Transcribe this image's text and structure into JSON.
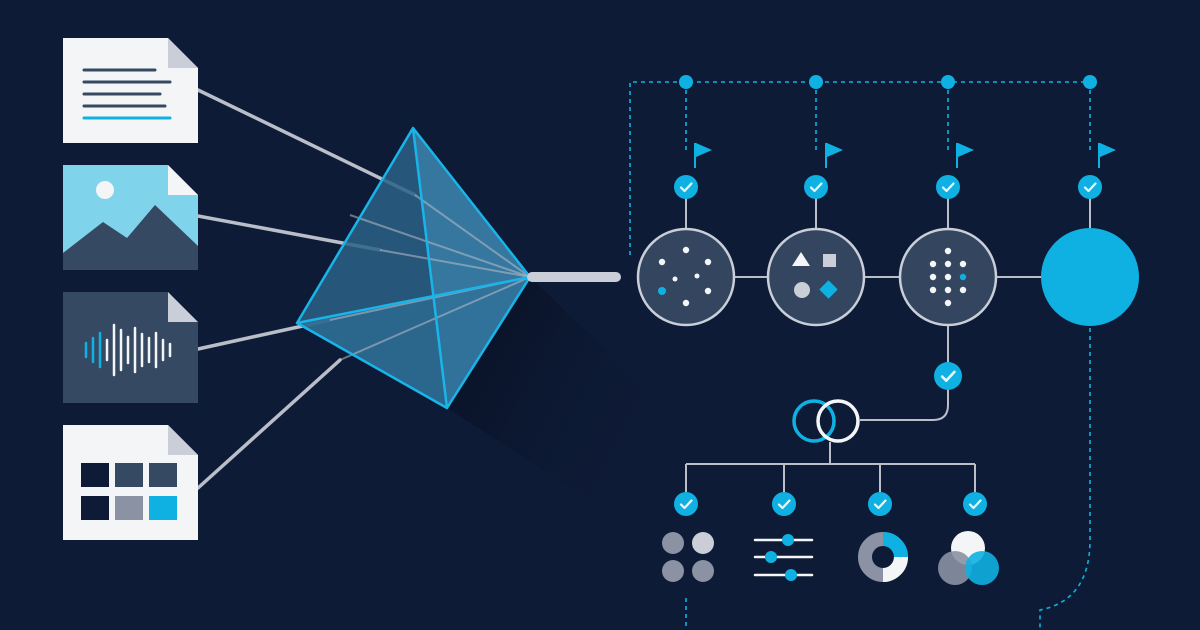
{
  "colors": {
    "background": "#0e1b36",
    "node_fill": "#344560",
    "node_stroke": "#c9ced8",
    "accent": "#0fb1e2",
    "line": "#b9bec8",
    "doc_paper": "#f4f5f7",
    "doc_dark": "#364962",
    "prism_edge": "#19b4e8",
    "check_glyph": "#eaf8fd"
  },
  "inputs": [
    {
      "kind": "text-document",
      "icon": "document-text-icon"
    },
    {
      "kind": "image-document",
      "icon": "image-icon"
    },
    {
      "kind": "audio-document",
      "icon": "audio-waveform-icon"
    },
    {
      "kind": "table-document",
      "icon": "table-grid-icon"
    }
  ],
  "pipeline_stages": [
    {
      "icon": "scattered-dots-icon",
      "status": "checked",
      "flagged": true
    },
    {
      "icon": "shapes-icon",
      "status": "checked",
      "flagged": true
    },
    {
      "icon": "dot-grid-icon",
      "status": "checked",
      "flagged": true
    },
    {
      "icon": "filled-target-icon",
      "status": "checked",
      "flagged": true
    }
  ],
  "output_stages": [
    {
      "icon": "cluster-dots-icon",
      "status": "checked"
    },
    {
      "icon": "sliders-icon",
      "status": "checked"
    },
    {
      "icon": "donut-chart-icon",
      "status": "checked"
    },
    {
      "icon": "venn-overlap-icon",
      "status": "checked"
    }
  ],
  "merge_icon": "linked-rings-icon"
}
